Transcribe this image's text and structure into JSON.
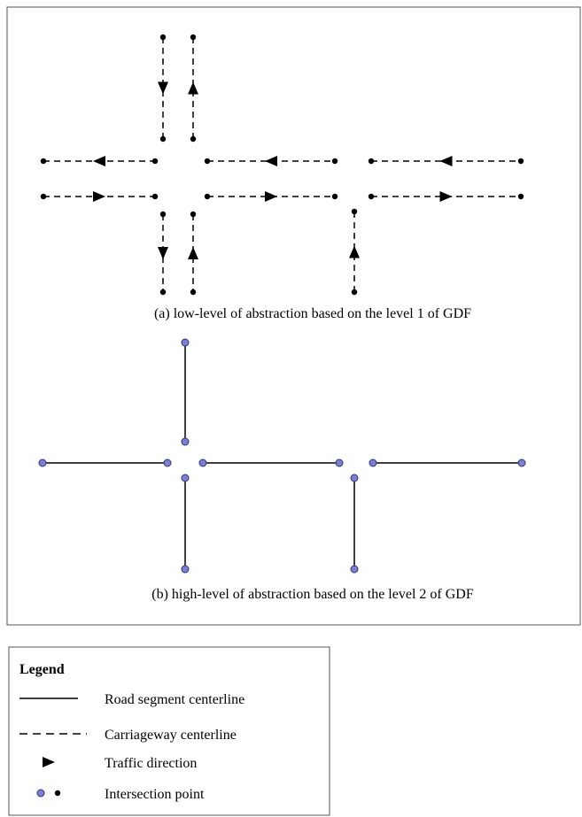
{
  "panel_a": {
    "caption": "(a) low-level of abstraction based on the level 1 of GDF"
  },
  "panel_b": {
    "caption": "(b) high-level of abstraction  based on the level 2 of GDF"
  },
  "legend": {
    "title": "Legend",
    "items": [
      {
        "key": "road_segment",
        "label": "Road segment centerline"
      },
      {
        "key": "carriageway",
        "label": "Carriageway centerline"
      },
      {
        "key": "traffic_direction",
        "label": "Traffic direction"
      },
      {
        "key": "intersection_point",
        "label": "Intersection point"
      }
    ]
  },
  "colors": {
    "line": "#000000",
    "node_black": "#000000",
    "node_blue": "#7b7fd1",
    "node_blue_stroke": "#2e3480",
    "frame": "#555555"
  }
}
